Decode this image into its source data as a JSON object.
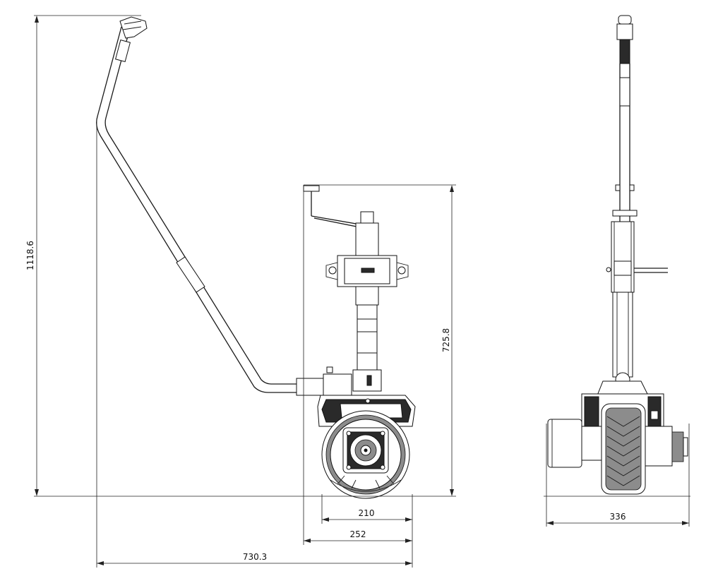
{
  "dimensions": {
    "overall_height": "1118.6",
    "jack_height": "725.8",
    "wheel_inner_width": "210",
    "wheel_outer_width": "252",
    "overall_length": "730.3",
    "front_width": "336"
  }
}
